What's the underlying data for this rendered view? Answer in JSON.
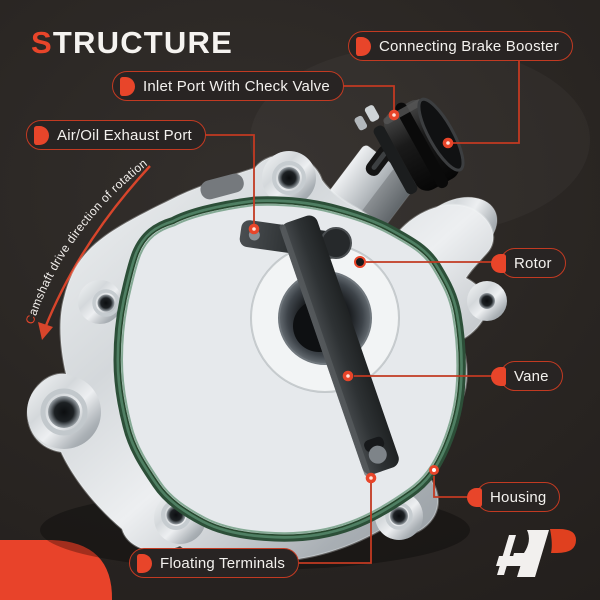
{
  "header": {
    "title_accent": "S",
    "title_rest": "TRUCTURE"
  },
  "labels": {
    "connecting": "Connecting Brake Booster",
    "inlet": "Inlet Port With Check Valve",
    "exhaust": "Air/Oil Exhaust Port",
    "rotor": "Rotor",
    "vane": "Vane",
    "housing": "Housing",
    "floating": "Floating Terminals"
  },
  "rotation_note": {
    "accent": "C",
    "rest": "amshaft drive direction of rotation"
  },
  "brand": {
    "logo": "a-premium-logo-mark"
  },
  "icons": {
    "label_marker": "red-d-marker-icon",
    "leader_dot_filled": "leader-dot-filled",
    "leader_dot_hollow": "leader-dot-hollow",
    "rotation_arrow": "curved-arrow-icon"
  },
  "colors": {
    "background": "#2a2623",
    "accent_red": "#e8452a",
    "line_red": "#c23a22",
    "text": "#f3f1ee",
    "gasket_green": "#4f7f63",
    "metal_silver": "#dfe3e6",
    "vane_black": "#2e3133"
  }
}
